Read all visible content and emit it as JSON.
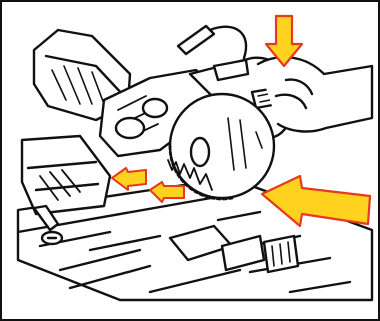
{
  "illustration": {
    "subject": "",
    "colors": {
      "line": "#111111",
      "paper": "#ffffff",
      "arrow_fill": "#ffd21f",
      "arrow_stroke": "#e53a1c"
    },
    "callouts": [
      {
        "id": "press-down",
        "icon": "arrow-down-icon"
      },
      {
        "id": "blade-side",
        "icon": "arrow-left-icon"
      },
      {
        "id": "fence-upper",
        "icon": "arrow-left-icon"
      },
      {
        "id": "fence-lower",
        "icon": "arrow-left-icon"
      }
    ]
  }
}
